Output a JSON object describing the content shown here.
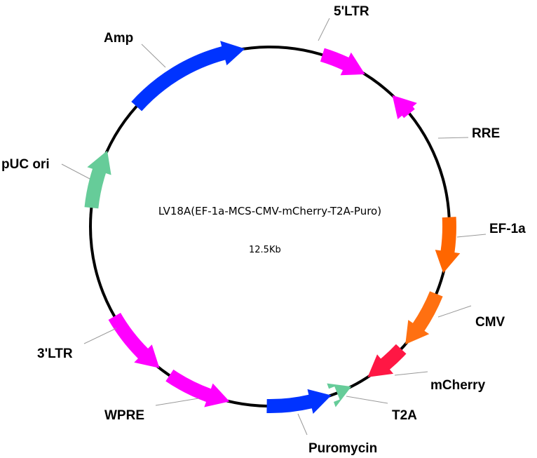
{
  "plasmid": {
    "name": "LV18A(EF-1a-MCS-CMV-mCherry-T2A-Puro)",
    "size": "12.5Kb"
  },
  "features": [
    {
      "key": "5ltr",
      "label": "5'LTR",
      "color": "#ff00ff"
    },
    {
      "key": "rre",
      "label": "RRE",
      "color": "#ff00ff"
    },
    {
      "key": "ef1a",
      "label": "EF-1a",
      "color": "#ff6600"
    },
    {
      "key": "cmv",
      "label": "CMV",
      "color": "#ff7011"
    },
    {
      "key": "mcherry",
      "label": "mCherry",
      "color": "#ff1744"
    },
    {
      "key": "t2a",
      "label": "T2A",
      "color": "#66cc99"
    },
    {
      "key": "puromycin",
      "label": "Puromycin",
      "color": "#0033ff"
    },
    {
      "key": "wpre",
      "label": "WPRE",
      "color": "#ff00ff"
    },
    {
      "key": "3ltr",
      "label": "3'LTR",
      "color": "#ff00ff"
    },
    {
      "key": "puc-ori",
      "label": "pUC ori",
      "color": "#66cc99"
    },
    {
      "key": "amp",
      "label": "Amp",
      "color": "#0033ff"
    }
  ]
}
